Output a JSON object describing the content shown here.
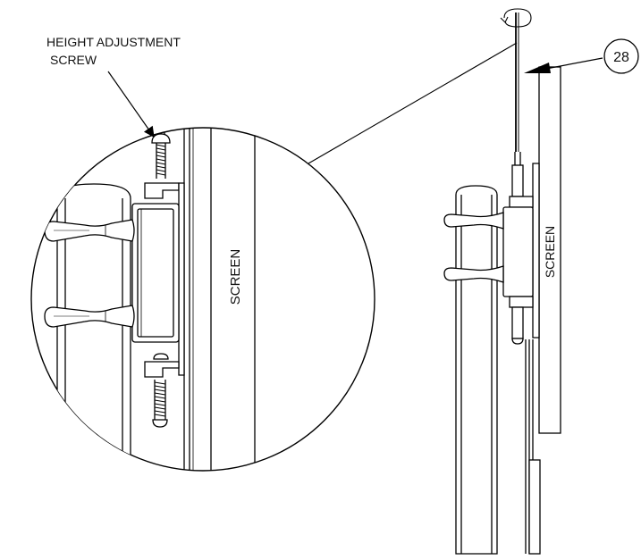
{
  "callout_label_line1": "HEIGHT ADJUSTMENT",
  "callout_label_line2": "SCREW",
  "detail_screen_label": "SCREEN",
  "side_screen_label": "SCREEN",
  "step_number": "28"
}
